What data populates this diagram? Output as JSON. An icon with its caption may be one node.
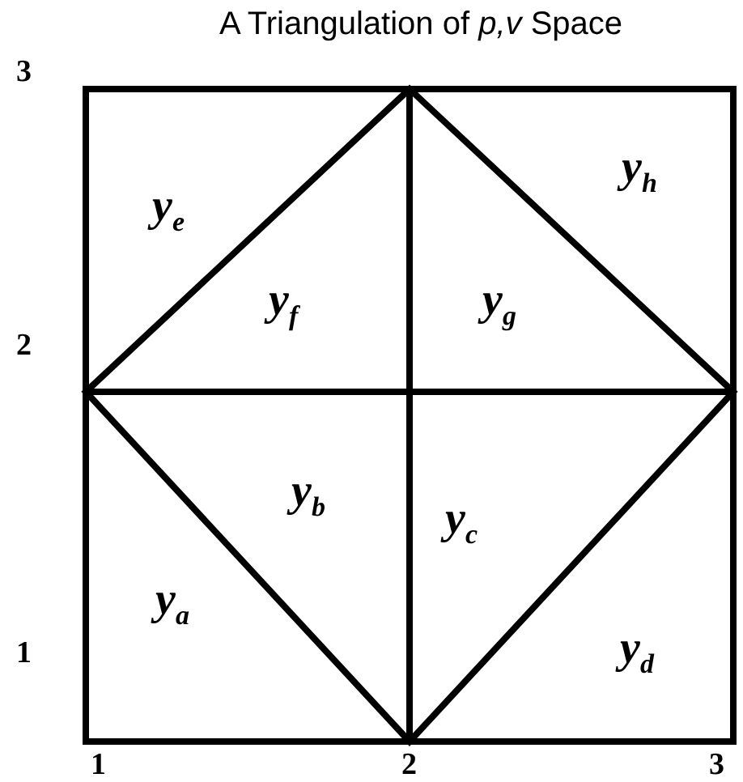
{
  "diagram": {
    "title": "A Triangulation of *p,v* Space",
    "labels": [
      "3",
      "y$_{h}$",
      "y$_{e}$",
      "y$_{f}$",
      "y$_{g}$",
      "2",
      "y$_{b}$",
      "y$_{c}$",
      "y$_{a}$",
      "1",
      "y$_{d}$",
      "1",
      "2",
      "3"
    ]
  }
}
